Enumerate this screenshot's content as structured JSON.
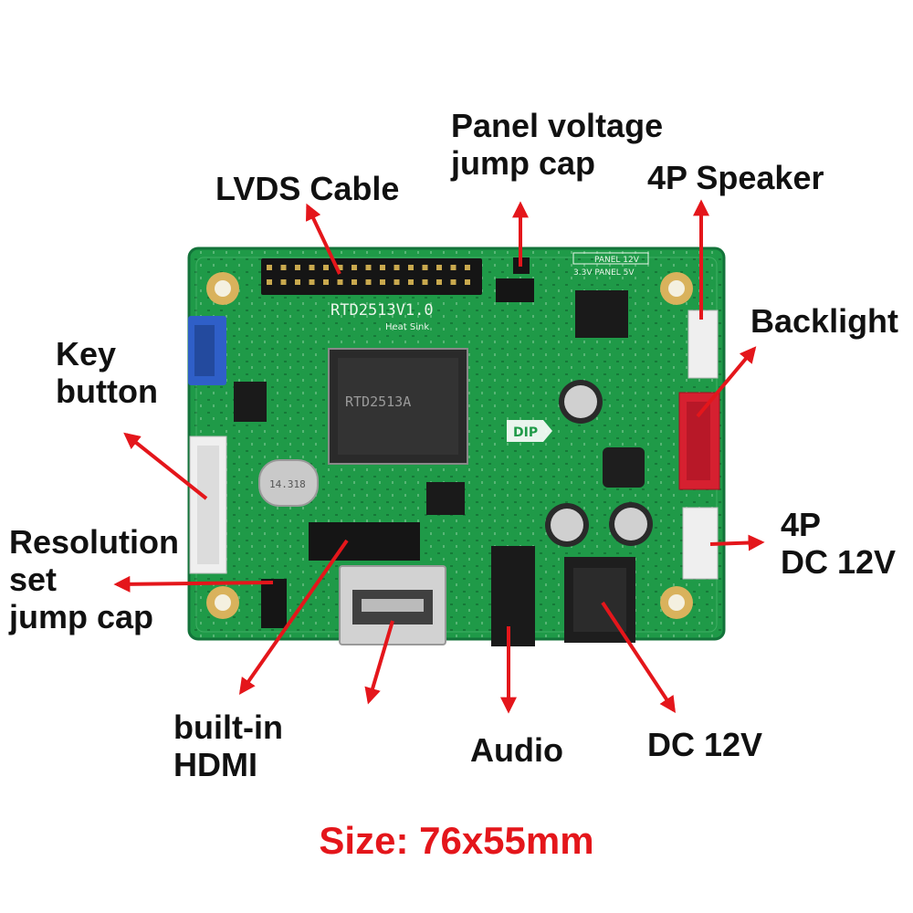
{
  "colors": {
    "pcb": "#1f9a48",
    "pcb_dark": "#157a37",
    "arrow": "#e4161b",
    "caption": "#e4161b",
    "text": "#111111"
  },
  "board": {
    "model": "RTD2513V1.0",
    "chip_label": "RTD2513A",
    "heat_sink": "Heat Sink",
    "dip": "DIP",
    "panel_tag_1": "PANEL 12V",
    "panel_tag_2": "3.3V PANEL 5V",
    "crystal": "14.318"
  },
  "labels": {
    "lvds": [
      "LVDS Cable"
    ],
    "panel_voltage": [
      "Panel voltage",
      "jump cap"
    ],
    "speaker": [
      "4P Speaker"
    ],
    "backlight": [
      "Backlight"
    ],
    "key": [
      "Key",
      "button"
    ],
    "resolution": [
      "Resolution",
      "set",
      "jump cap"
    ],
    "dc4p": [
      "4P",
      "DC 12V"
    ],
    "hdmi": [
      "built-in",
      "HDMI"
    ],
    "audio": [
      "Audio"
    ],
    "dc": [
      "DC 12V"
    ]
  },
  "caption": "Size: 76x55mm"
}
